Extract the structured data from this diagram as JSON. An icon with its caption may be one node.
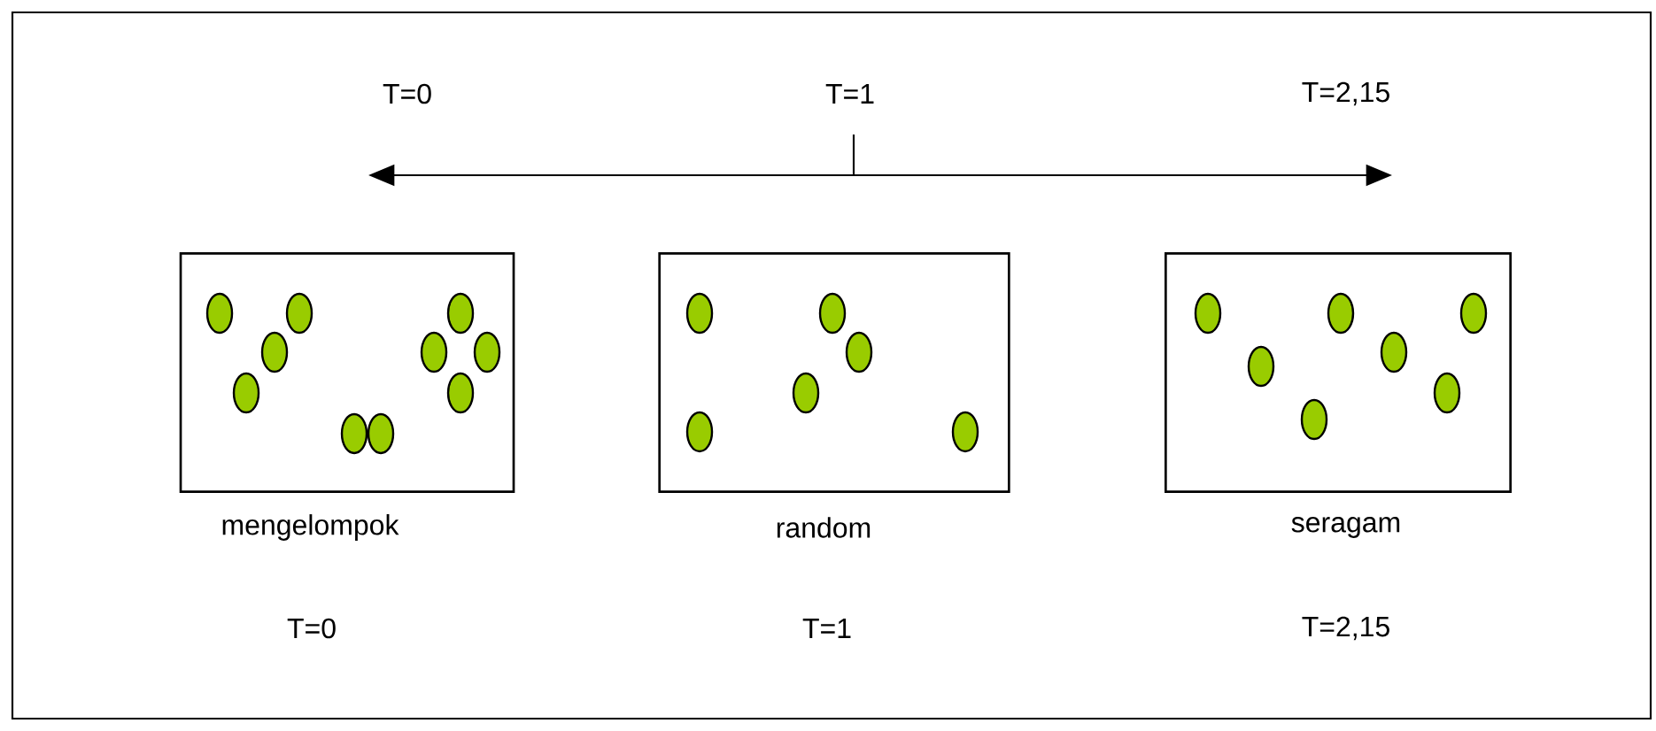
{
  "diagram": {
    "nodes": [
      {
        "text": [],
        "shape": "box",
        "beside": [
          "mengelompok",
          "T=0"
        ]
      },
      {
        "text": [],
        "shape": "box",
        "beside": [
          "random",
          "T=1"
        ]
      },
      {
        "text": [],
        "shape": "box",
        "beside": [
          "seragam",
          "T=2,15"
        ]
      }
    ],
    "edges": [],
    "labels": [
      "T=0",
      "T=1",
      "T=2,15"
    ]
  }
}
